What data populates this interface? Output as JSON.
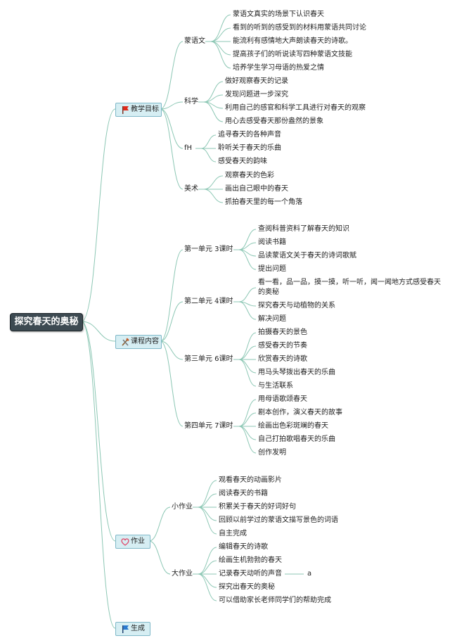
{
  "root": {
    "label": "探究春天的奥秘"
  },
  "categories": [
    {
      "label": "教学目标",
      "icon": "red-flag-icon",
      "groups": [
        {
          "label": "蒙语文",
          "items": [
            "蒙语文真实的场景下认识春天",
            "看到的听到的感受到的材料用蒙语共同讨论",
            "能流利有感情地大声朗读春天的诗歌。",
            "提高孩子们的听说读写四种蒙语文技能",
            "培养学生学习母语的热爱之情"
          ]
        },
        {
          "label": "科学",
          "items": [
            "做好观察春天的记录",
            "发现问题进一步深究",
            "利用自己的感官和科学工具进行对春天的观察",
            "用心去感受春天那份盎然的景象"
          ]
        },
        {
          "label": "fH",
          "items": [
            "追寻春天的各种声音",
            "聆听关于春天的乐曲",
            "感受春天的韵味"
          ]
        },
        {
          "label": "美术",
          "items": [
            "观察春天的色彩",
            "画出自己眼中的春天",
            "抓拍春天里的每一个角落"
          ]
        }
      ]
    },
    {
      "label": "课程内容",
      "icon": "tools-icon",
      "groups": [
        {
          "label": "第一单元 3课时",
          "items": [
            "查阅科普资料了解春天的知识",
            "阅读书籍",
            "品读蒙语文关于春天的诗词歌赋",
            "提出问题"
          ]
        },
        {
          "label": "第二单元 4课时",
          "items": [
            "看一看，品一品，摸一摸，听一听，闻一闻地方式感受春天的奥秘",
            "探究春天与动植物的关系",
            "解决问题"
          ]
        },
        {
          "label": "第三单元 6课时",
          "items": [
            "拍摄春天的景色",
            "感受春天的节奏",
            "欣赏春天的诗歌",
            "用马头琴拨出春天的乐曲",
            "与生活联系"
          ]
        },
        {
          "label": "第四单元 7课时",
          "items": [
            "用母语歌颂春天",
            "剧本创作，演义春天的故事",
            "绘画出色彩斑斓的春天",
            "自己打拍歌唱春天的乐曲",
            "创作发明"
          ]
        }
      ]
    },
    {
      "label": "作业",
      "icon": "heart-icon",
      "groups": [
        {
          "label": "小作业",
          "items": [
            "观看春天的动画影片",
            "阅读春天的书籍",
            "积累关于春天的好词好句",
            "回顾以前学过的蒙语文描写景色的词语",
            "自主完成"
          ]
        },
        {
          "label": "大作业",
          "items": [
            "编辑春天的诗歌",
            "绘画生机勃勃的春天",
            "记录春天动听的声音",
            "探究出春天的奥秘",
            "可以借助家长老师同学们的帮助完成"
          ]
        }
      ]
    },
    {
      "label": "生成",
      "icon": "blue-flag-icon",
      "groups": []
    }
  ],
  "extra_leaf": {
    "label": "a"
  },
  "colors": {
    "connector": "#8cc7b4",
    "root_fill": "#3d4a52",
    "category_fill": "#d6eef3",
    "category_border": "#7fb8c8"
  }
}
